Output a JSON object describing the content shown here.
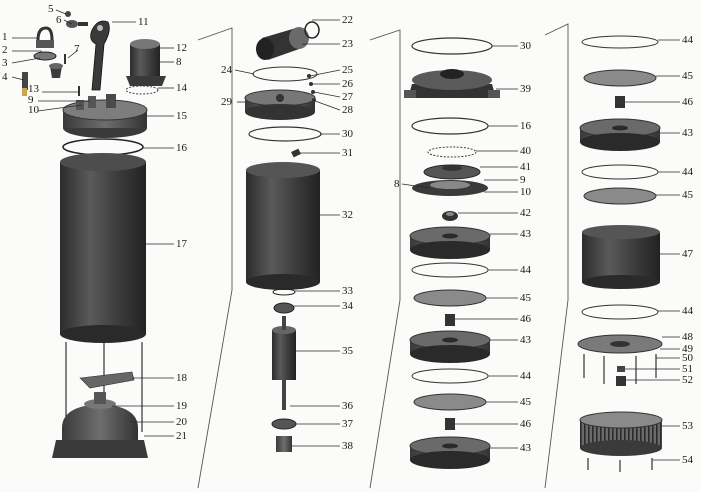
{
  "diagram": {
    "labels": {
      "n1": "1",
      "n2": "2",
      "n3": "3",
      "n4": "4",
      "n5": "5",
      "n6": "6",
      "n7": "7",
      "n8": "8",
      "n9": "9",
      "n10": "10",
      "n11": "11",
      "n12": "12",
      "n13": "13",
      "n14": "14",
      "n15": "15",
      "n16": "16",
      "n17": "17",
      "n18": "18",
      "n19": "19",
      "n20": "20",
      "n21": "21",
      "n22": "22",
      "n23": "23",
      "n24": "24",
      "n25": "25",
      "n26": "26",
      "n27": "27",
      "n28": "28",
      "n29": "29",
      "n30": "30",
      "n31": "31",
      "n32": "32",
      "n33": "33",
      "n34": "34",
      "n35": "35",
      "n36": "36",
      "n37": "37",
      "n38": "38",
      "n39": "39",
      "n40": "40",
      "n41": "41",
      "n42": "42",
      "n43": "43",
      "n44": "44",
      "n45": "45",
      "n46": "46",
      "n47": "47",
      "n48": "48",
      "n49": "49",
      "n50": "50",
      "n51": "51",
      "n52": "52",
      "n53": "53",
      "n54": "54"
    }
  }
}
